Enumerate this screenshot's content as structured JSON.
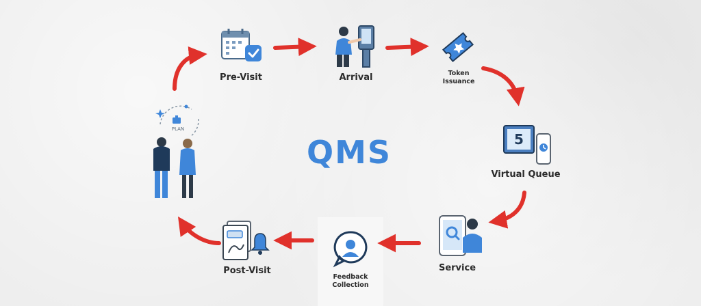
{
  "title": "QMS",
  "stages": {
    "pre_visit": "Pre-Visit",
    "arrival": "Arrival",
    "token_issuance_line1": "Token",
    "token_issuance_line2": "Issuance",
    "virtual_queue": "Virtual Queue",
    "service": "Service",
    "feedback_line1": "Feedback",
    "feedback_line2": "Collection",
    "post_visit": "Post-Visit"
  },
  "virtual_queue_number": "5",
  "plan_label": "PLAN",
  "colors": {
    "accent": "#3f86d9",
    "arrow": "#e0312b",
    "icon_dark": "#1f3a5a"
  }
}
